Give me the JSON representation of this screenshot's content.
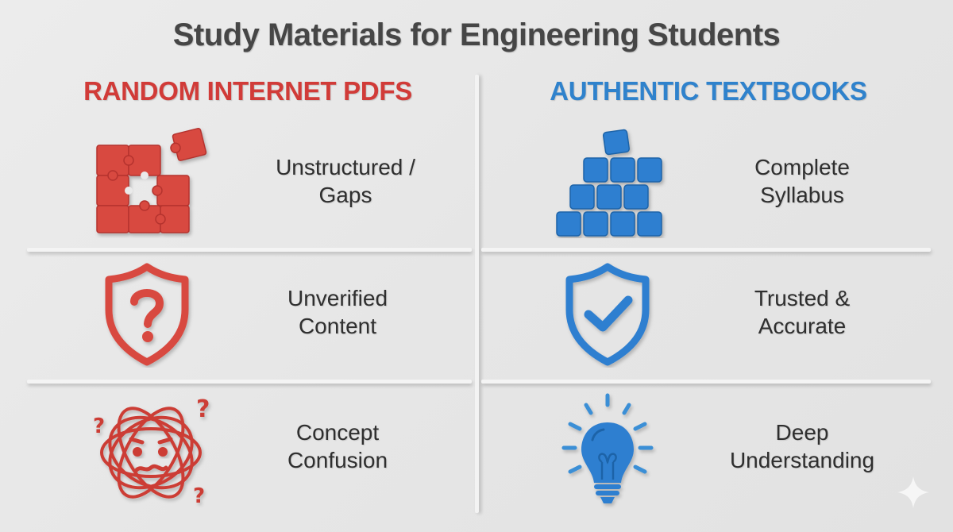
{
  "title": "Study Materials for Engineering Students",
  "columns": [
    {
      "heading": "RANDOM INTERNET PDFS",
      "color": "#d13b38",
      "rows": [
        {
          "icon": "broken-puzzle-icon",
          "line1": "Unstructured /",
          "line2": "Gaps"
        },
        {
          "icon": "shield-question-icon",
          "line1": "Unverified",
          "line2": "Content"
        },
        {
          "icon": "tangled-confused-face-icon",
          "line1": "Concept",
          "line2": "Confusion"
        }
      ]
    },
    {
      "heading": "AUTHENTIC TEXTBOOKS",
      "color": "#2f82cc",
      "rows": [
        {
          "icon": "stacked-blocks-icon",
          "line1": "Complete",
          "line2": "Syllabus"
        },
        {
          "icon": "shield-check-icon",
          "line1": "Trusted &",
          "line2": "Accurate"
        },
        {
          "icon": "lightbulb-icon",
          "line1": "Deep",
          "line2": "Understanding"
        }
      ]
    }
  ],
  "colors": {
    "red": "#d13b38",
    "blue": "#2f82cc",
    "text": "#2f2f2f",
    "title": "#464646",
    "background": "#e8e8e8"
  },
  "watermark": {
    "icon": "sparkle-icon"
  }
}
